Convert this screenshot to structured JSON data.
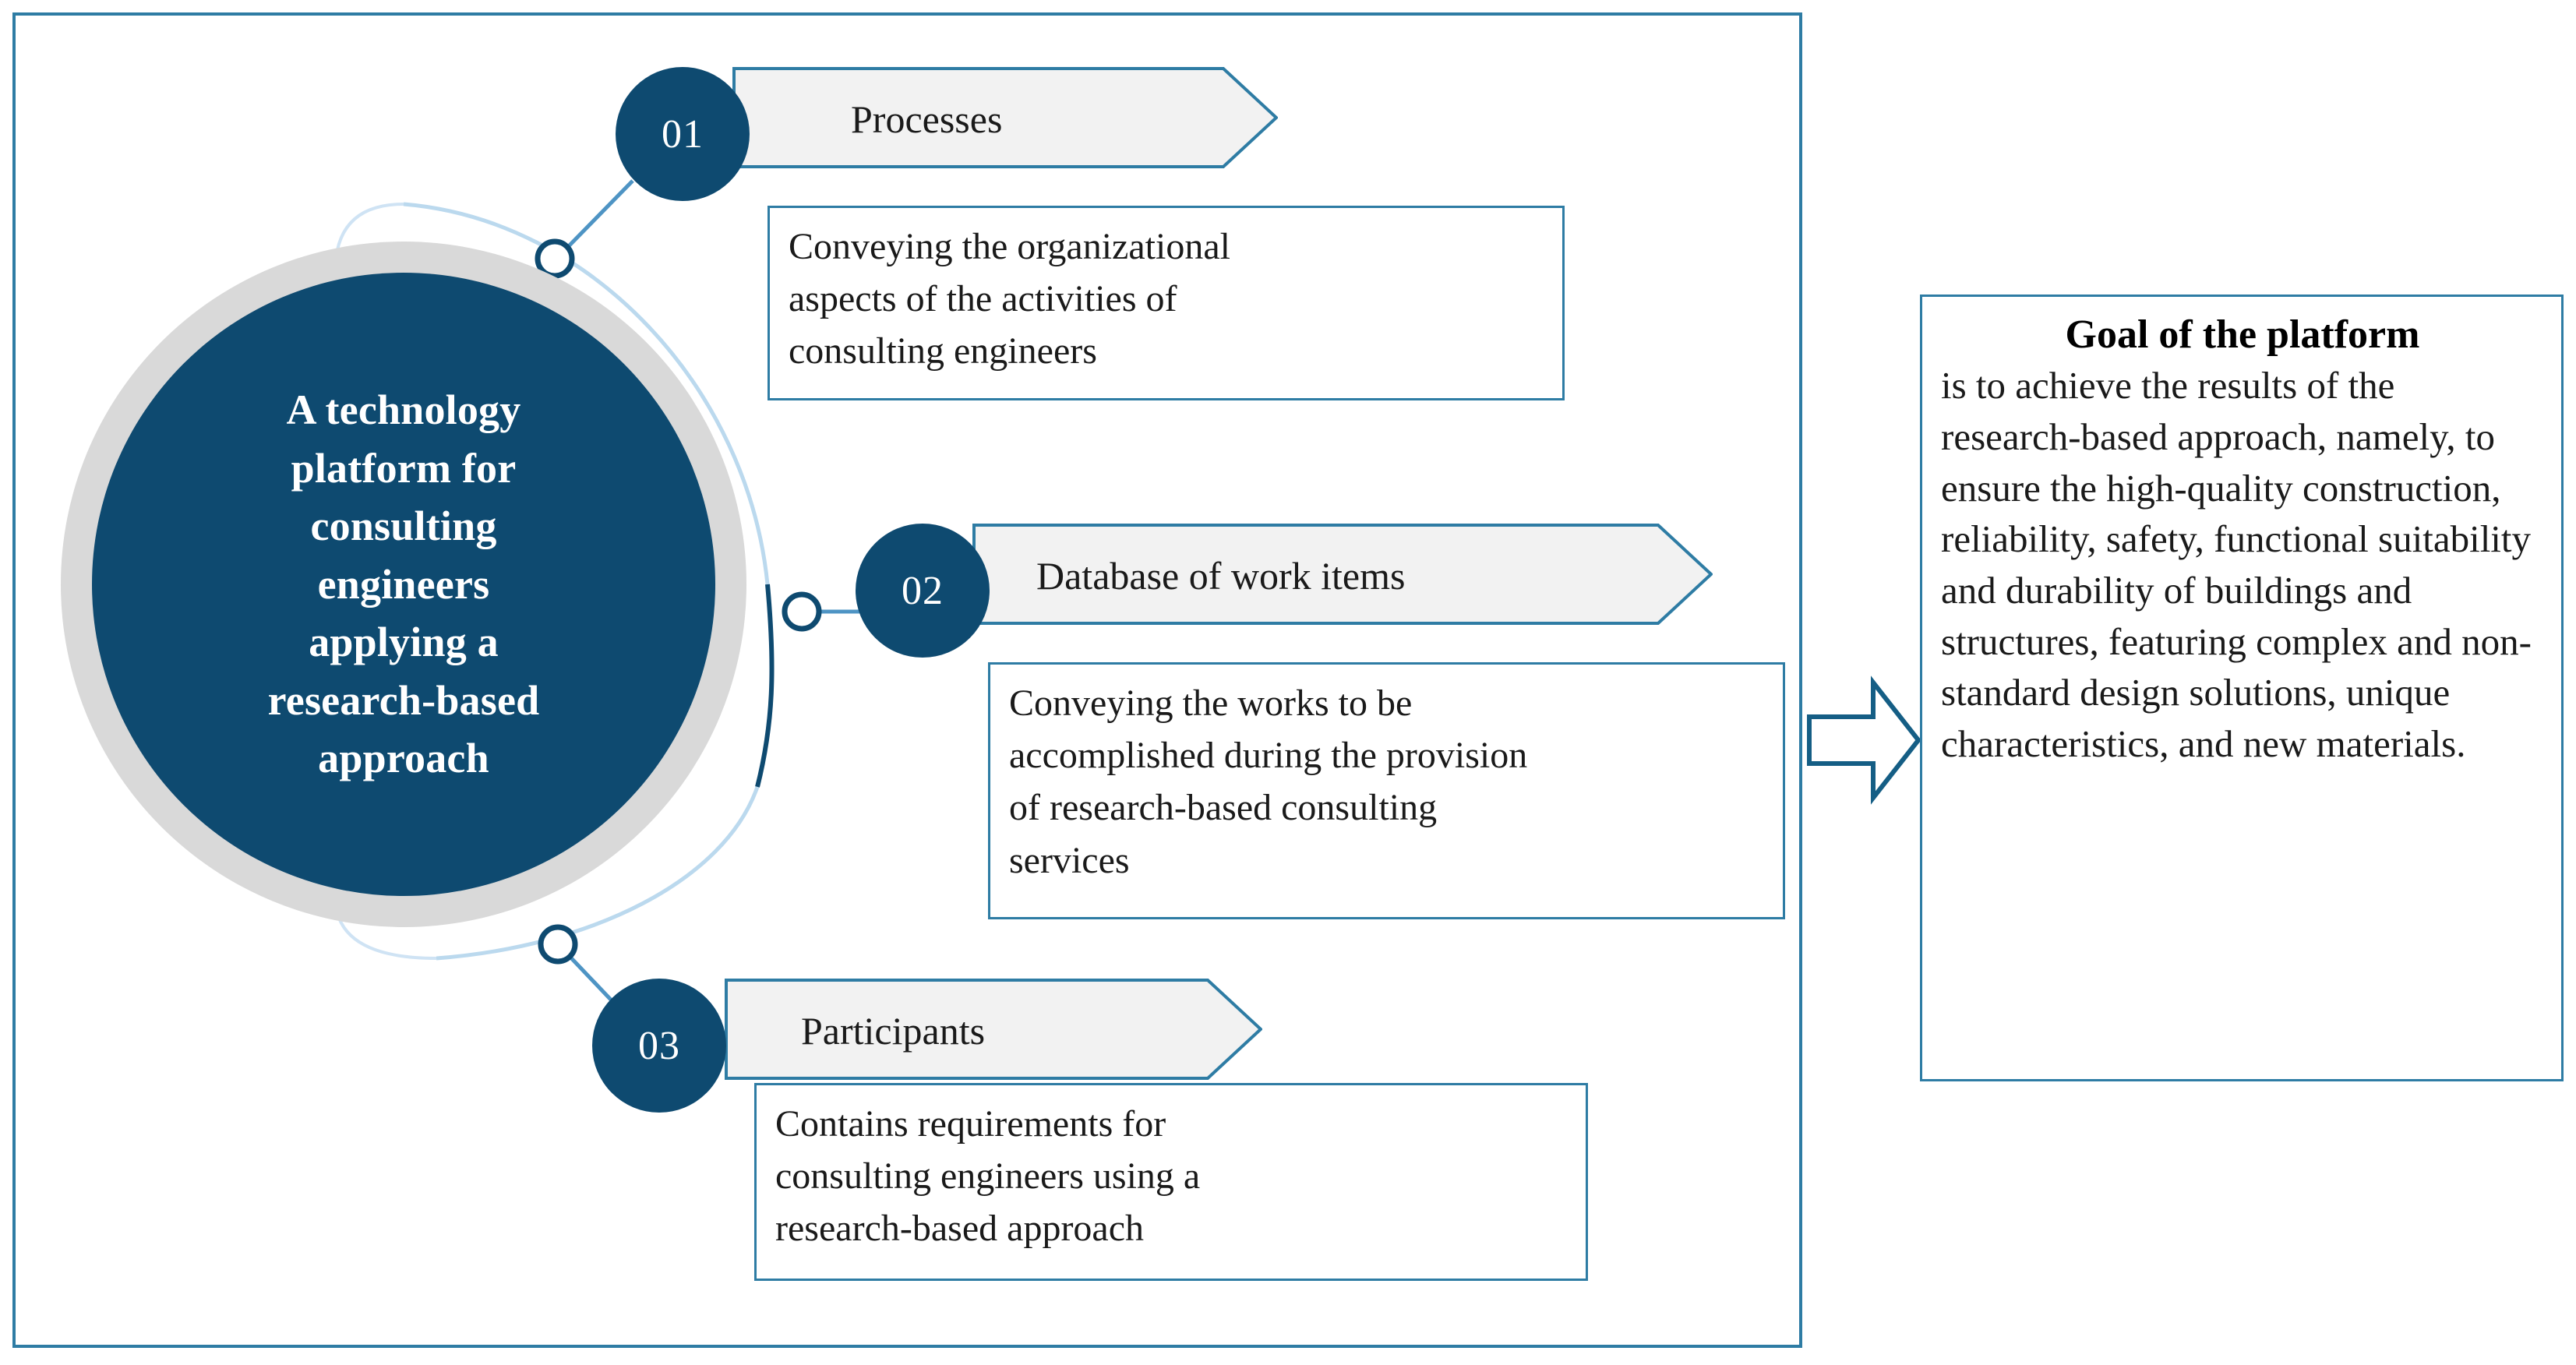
{
  "diagram": {
    "center": {
      "text": "A technology\nplatform for\nconsulting\nengineers\napplying a\nresearch-based\napproach"
    },
    "items": [
      {
        "number": "01",
        "title": "Processes",
        "description": "Conveying the organizational\naspects of the activities of\nconsulting engineers"
      },
      {
        "number": "02",
        "title": "Database of work items",
        "description": "Conveying the works to be\naccomplished during the provision\nof research-based consulting\nservices"
      },
      {
        "number": "03",
        "title": "Participants",
        "description": "Contains requirements for\nconsulting engineers using a\nresearch-based approach"
      }
    ],
    "goal": {
      "title": "Goal of the platform",
      "body": "is to achieve the results of the research-based approach, namely, to ensure the high-quality construction, reliability, safety, functional suitability and durability of buildings and structures, featuring complex and non-standard design solutions, unique characteristics, and new materials."
    },
    "colors": {
      "deep_blue": "#0E4A70",
      "frame_blue": "#2E7CA4",
      "ring_gray": "#D9D9D9",
      "chevron_fill": "#F2F2F2",
      "arc_light": "#BBD9EE",
      "text_dark": "#1a1a1a"
    }
  }
}
